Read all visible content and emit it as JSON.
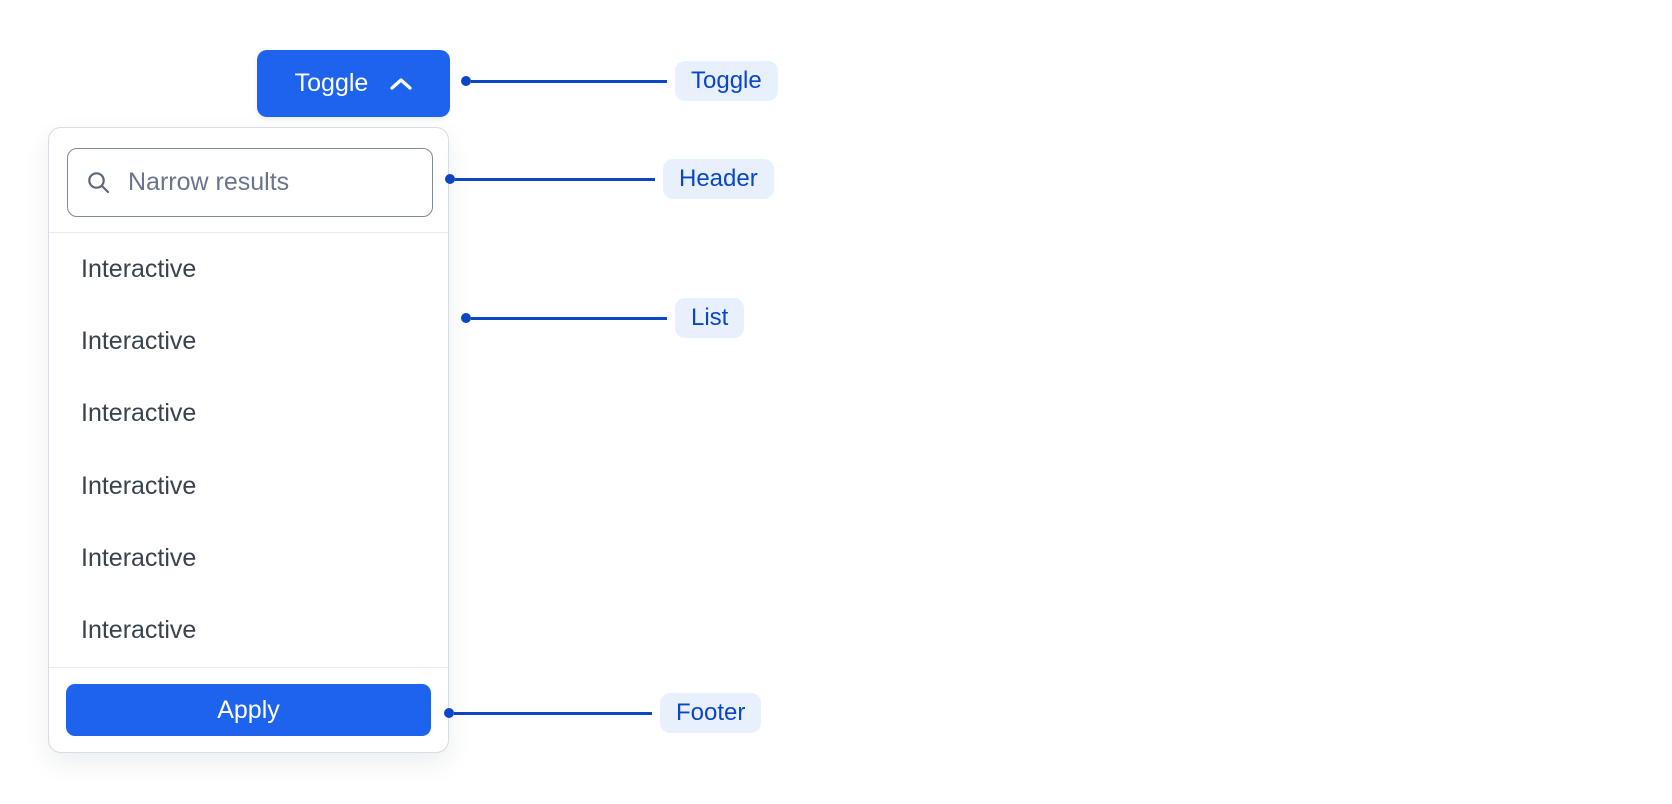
{
  "colors": {
    "primary_blue": "#1d63ed",
    "annotation_blue": "#0b46c4",
    "annotation_pill_bg": "#e9f0fd",
    "panel_border": "#d8dce3",
    "divider": "#e8eaee",
    "input_border": "#818b9c",
    "placeholder_text": "#69758a",
    "item_text": "#3a424e",
    "button_text": "#ffffff"
  },
  "toggle_button": {
    "label": "Toggle",
    "icon": "chevron-up-icon"
  },
  "dropdown": {
    "header": {
      "icon": "search-icon",
      "search_placeholder": "Narrow results",
      "search_value": ""
    },
    "list": {
      "items": [
        "Interactive",
        "Interactive",
        "Interactive",
        "Interactive",
        "Interactive",
        "Interactive"
      ]
    },
    "footer": {
      "apply_label": "Apply"
    }
  },
  "annotations": {
    "toggle": {
      "label": "Toggle"
    },
    "header": {
      "label": "Header"
    },
    "list": {
      "label": "List"
    },
    "footer": {
      "label": "Footer"
    }
  }
}
